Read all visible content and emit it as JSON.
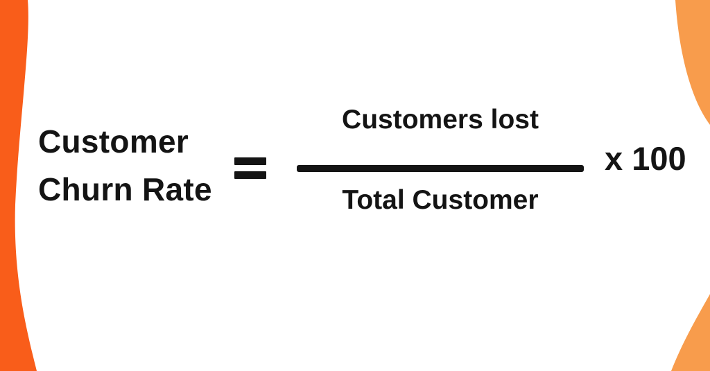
{
  "colors": {
    "background": "#ffffff",
    "left_wave": "#f95d1a",
    "right_wave": "#f89c4c",
    "ink": "#141414"
  },
  "formula": {
    "title_line1": "Customer",
    "title_line2": "Churn Rate",
    "equals": "=",
    "numerator": "Customers lost",
    "denominator": "Total Customer",
    "multiplier": "x 100"
  }
}
